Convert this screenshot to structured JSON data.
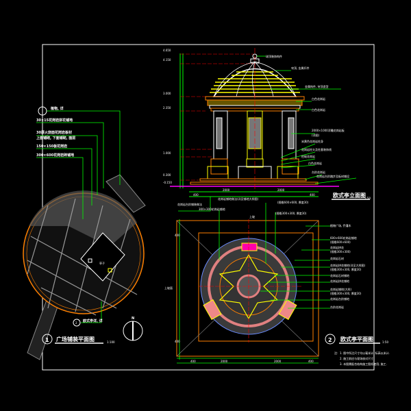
{
  "colors": {
    "background": "#000000",
    "frame": "#ffffff",
    "leader": "#00ff00",
    "structure": "#ff8000",
    "cap": "#ffff00",
    "axis": "#ff0000",
    "ground": "#ff00ff",
    "paving": "#808080",
    "ring": "#6a8cff"
  },
  "plaza_plan": {
    "title_number": "1",
    "title": "广场铺装平面图",
    "scale": "1:100",
    "north": "N",
    "pavilion_label": "亭子",
    "labels": [
      "植物, 详",
      "30×15花岗岩拼花铺地",
      "30厚火烧面花岗岩板材",
      "上面铺砌, 下面铺砌, 面层",
      "150×150板花岗岩",
      "300×600花岗岩砖铺地"
    ],
    "detail_ref": "2",
    "bottom_label": "欧式亭详, 详"
  },
  "elevation": {
    "title": "欧式亭立面图",
    "scale": "1:50",
    "levels": [
      "4.650",
      "4.150",
      "3.000",
      "2.350",
      "1.000",
      "0.300",
      "-0.150"
    ],
    "labels": [
      "球顶装饰构件",
      "穹顶, 金属杆件",
      "金属构件, 穹顶造型",
      "白色花岗岩",
      "白色花岗岩",
      "2000×1000浮雕花岗岩板",
      "(详图)",
      "米黄色花岗岩柱身",
      "花岗岩柱头及柱基装饰线",
      "柱础花岗岩",
      "白色花岗岩",
      "台阶花岗岩",
      "花岗岩台阶踏步及板材铺设"
    ],
    "dimensions": [
      "400",
      "2000",
      "2000",
      "400"
    ],
    "bottom_label": "花岗岩台阶铺装做法"
  },
  "pavilion_plan": {
    "title_number": "2",
    "title": "欧式亭平面图",
    "scale": "1:50",
    "top_labels": [
      "花岗岩铺地做法(详见铺地大样图)",
      "(规格600×600, 厚度30)",
      "300×300花岗岩铺地",
      "(规格300×300, 厚度30)"
    ],
    "right_labels": [
      "植物广场, 乔灌木",
      "600×600花岗岩铺地",
      "(规格600×600)",
      "花岗岩拼花",
      "(规格300×300)",
      "花岗岩石材",
      "花岗岩拼花铺地(详见大样图)",
      "(规格300×300, 厚度30)",
      "花岗岩石材铺地",
      "花岗岩拼花铺地",
      "花岗岩铺地(大样)",
      "(规格300×300, 厚度30)",
      "花岗岩台阶铺地",
      "台阶花岗岩"
    ],
    "up_label": "上坡",
    "dimensions": [
      "400",
      "2000",
      "2000",
      "400"
    ],
    "side_dims": [
      "400",
      "上坡面",
      "400"
    ]
  },
  "notes": {
    "heading": "注:",
    "items": [
      "1. 图中所注尺寸均以毫米计, 标高以米计.",
      "2. 施工前应与现场核对尺寸.",
      "3. 本图需配合结构施工图纸使用, 施工."
    ]
  }
}
